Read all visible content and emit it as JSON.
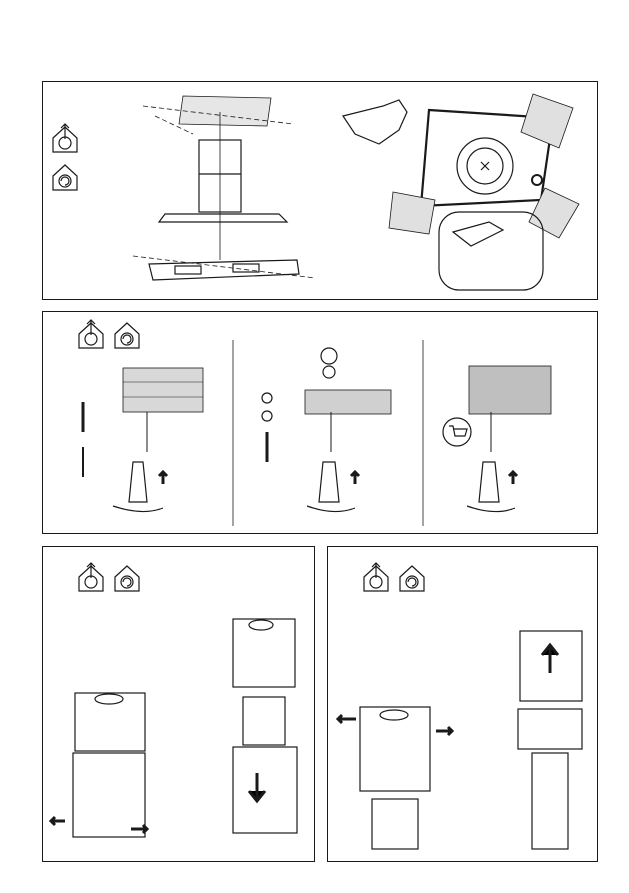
{
  "page": {
    "background": "#ffffff",
    "line_color": "#1a1a1a"
  },
  "icons": {
    "ducted_mode": "ducted-extraction-icon",
    "recirculation_mode": "recirculation-icon",
    "accessory_cart": "shopping-cart-icon"
  },
  "panels": [
    {
      "id": "positioning",
      "label": ""
    },
    {
      "id": "ceiling-fixing",
      "label": ""
    },
    {
      "id": "chimney-install",
      "label": ""
    },
    {
      "id": "chimney-removal",
      "label": ""
    }
  ]
}
